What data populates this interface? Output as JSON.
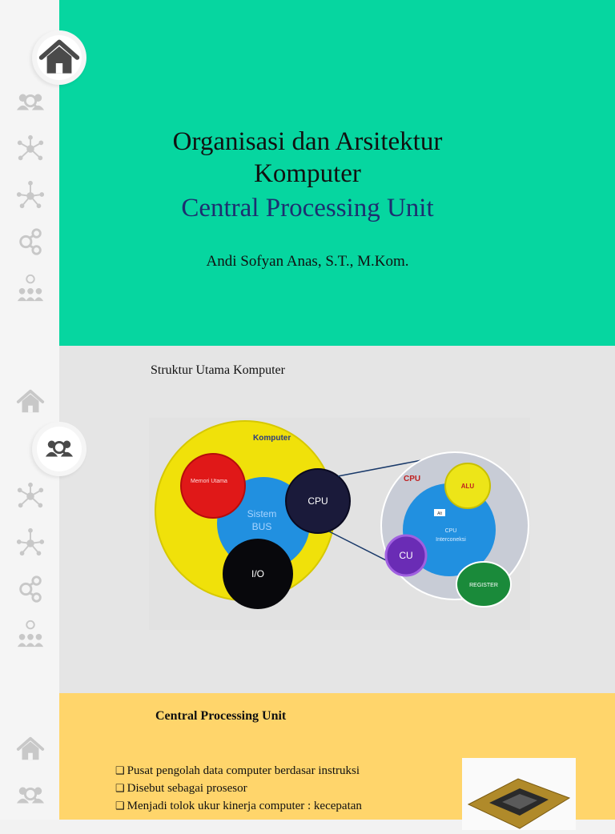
{
  "sidebar": {
    "icons": [
      "home-icon",
      "people-search-icon",
      "network-icon",
      "hub-icon",
      "molecule-icon",
      "idea-people-icon"
    ]
  },
  "slide1": {
    "title_line1": "Organisasi dan Arsitektur",
    "title_line2": "Komputer",
    "subtitle": "Central Processing Unit",
    "author": "Andi Sofyan Anas, S.T., M.Kom."
  },
  "slide2": {
    "title": "Struktur Utama Komputer",
    "diagram": {
      "outer_label": "Komputer",
      "memory_label": "Memori Utama",
      "bus_label_1": "Sistem",
      "bus_label_2": "BUS",
      "cpu_label": "CPU",
      "io_label": "I/O",
      "zoom_title": "CPU",
      "alu_label": "ALU",
      "cu_label": "CU",
      "interconnect_label_1": "CPU",
      "interconnect_label_2": "Interconeksi",
      "register_label": "REGISTER",
      "small_tag": "Alt"
    }
  },
  "slide3": {
    "title": "Central Processing Unit",
    "bullets": [
      "Pusat pengolah data computer berdasar instruksi",
      "Disebut sebagai prosesor",
      "Menjadi tolok ukur kinerja computer : kecepatan"
    ]
  },
  "colors": {
    "slide1_bg": "#06d6a0",
    "slide3_bg": "#ffd56b",
    "subtitle": "#1d2f70"
  }
}
